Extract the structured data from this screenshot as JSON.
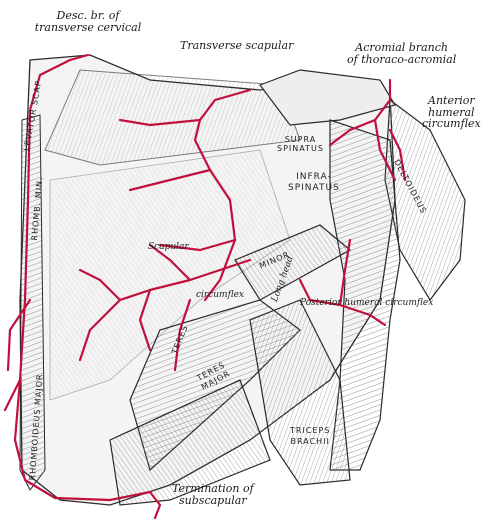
{
  "labels": {
    "desc_branch": [
      "Desc. br. of",
      "transverse cervical"
    ],
    "transverse_scapular": "Transverse scapular",
    "acromial_branch": [
      "Acromial branch",
      "of thoraco-acromial"
    ],
    "anterior_humeral": [
      "Anterior",
      "humeral",
      "circumflex"
    ],
    "termination": [
      "Termination of",
      "subscapular"
    ],
    "scapular": "Scapular",
    "circumflex": "circumflex",
    "posterior_humeral": "Posterior humeral circumflex",
    "long_head": "Long head"
  },
  "muscles": {
    "levator": "LEVATOR SCAP",
    "rhomb_min": "RHOMB. MIN.",
    "rhomb_maj": "RHOMBOIDEUS MAJOR",
    "supraspinatus": [
      "SUPRA",
      "SPINATUS"
    ],
    "infraspinatus": [
      "INFRA-",
      "SPINATUS"
    ],
    "deltoideus": "DELTOIDEUS",
    "teres_minor": "MINOR",
    "teres": "TERES",
    "teres_major": [
      "TERES",
      "MAJOR"
    ],
    "triceps": [
      "TRICEPS",
      "BRACHII"
    ]
  },
  "colors": {
    "artery": "#c0103c",
    "ink": "#2a2a2a",
    "paper": "#ffffff",
    "muscle": "#e6e6e6"
  }
}
